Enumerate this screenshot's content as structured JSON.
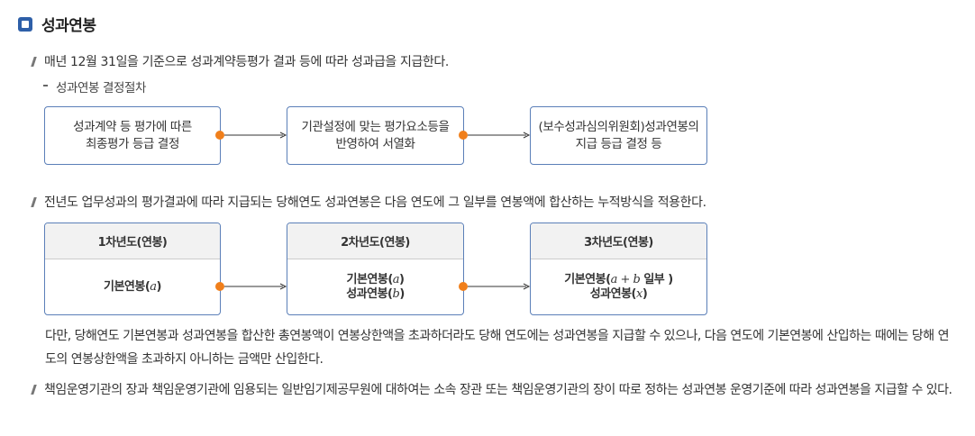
{
  "section": {
    "title": "성과연봉"
  },
  "bullet1": "매년 12월 31일을 기준으로 성과계약등평가 결과 등에 따라 성과급을 지급한다.",
  "sub1": "성과연봉 결정절차",
  "flow1": [
    {
      "line1": "성과계약 등 평가에 따른",
      "line2": "최종평가 등급 결정"
    },
    {
      "line1": "기관설정에 맞는 평가요소등을",
      "line2": "반영하여 서열화"
    },
    {
      "line1": "(보수성과심의위원회)성과연봉의",
      "line2": "지급 등급 결정 등"
    }
  ],
  "bullet2": "전년도 업무성과의 평가결과에 따라 지급되는 당해연도 성과연봉은 다음 연도에 그 일부를 연봉액에 합산하는 누적방식을 적용한다.",
  "flow2": [
    {
      "head": "1차년도(연봉)",
      "l1a": "기본연봉(",
      "l1v": "a",
      "l1b": ")",
      "l2a": "",
      "l2v": "",
      "l2b": ""
    },
    {
      "head": "2차년도(연봉)",
      "l1a": "기본연봉(",
      "l1v": "a",
      "l1b": ")",
      "l2a": "성과연봉(",
      "l2v": "b",
      "l2b": ")"
    },
    {
      "head": "3차년도(연봉)",
      "l1a": "기본연봉(",
      "l1v": "a + b",
      "l1b": " 일부 )",
      "l2a": "성과연봉(",
      "l2v": "x",
      "l2b": ")"
    }
  ],
  "note": "다만, 당해연도 기본연봉과 성과연봉을 합산한 총연봉액이 연봉상한액을 초과하더라도 당해 연도에는 성과연봉을 지급할 수 있으나, 다음 연도에 기본연봉에 산입하는 때에는 당해 연도의 연봉상한액을 초과하지 아니하는 금액만 산입한다.",
  "bullet3": "책임운영기관의 장과 책임운영기관에 임용되는 일반임기제공무원에 대하여는 소속 장관 또는 책임운영기관의 장이 따로 정하는 성과연봉 운영기준에 따라 성과연봉을 지급할 수 있다.",
  "colors": {
    "accent": "#2e5fa8",
    "box_border": "#5b7fb8",
    "dot": "#f07f1b",
    "header_bg": "#f2f2f2"
  }
}
